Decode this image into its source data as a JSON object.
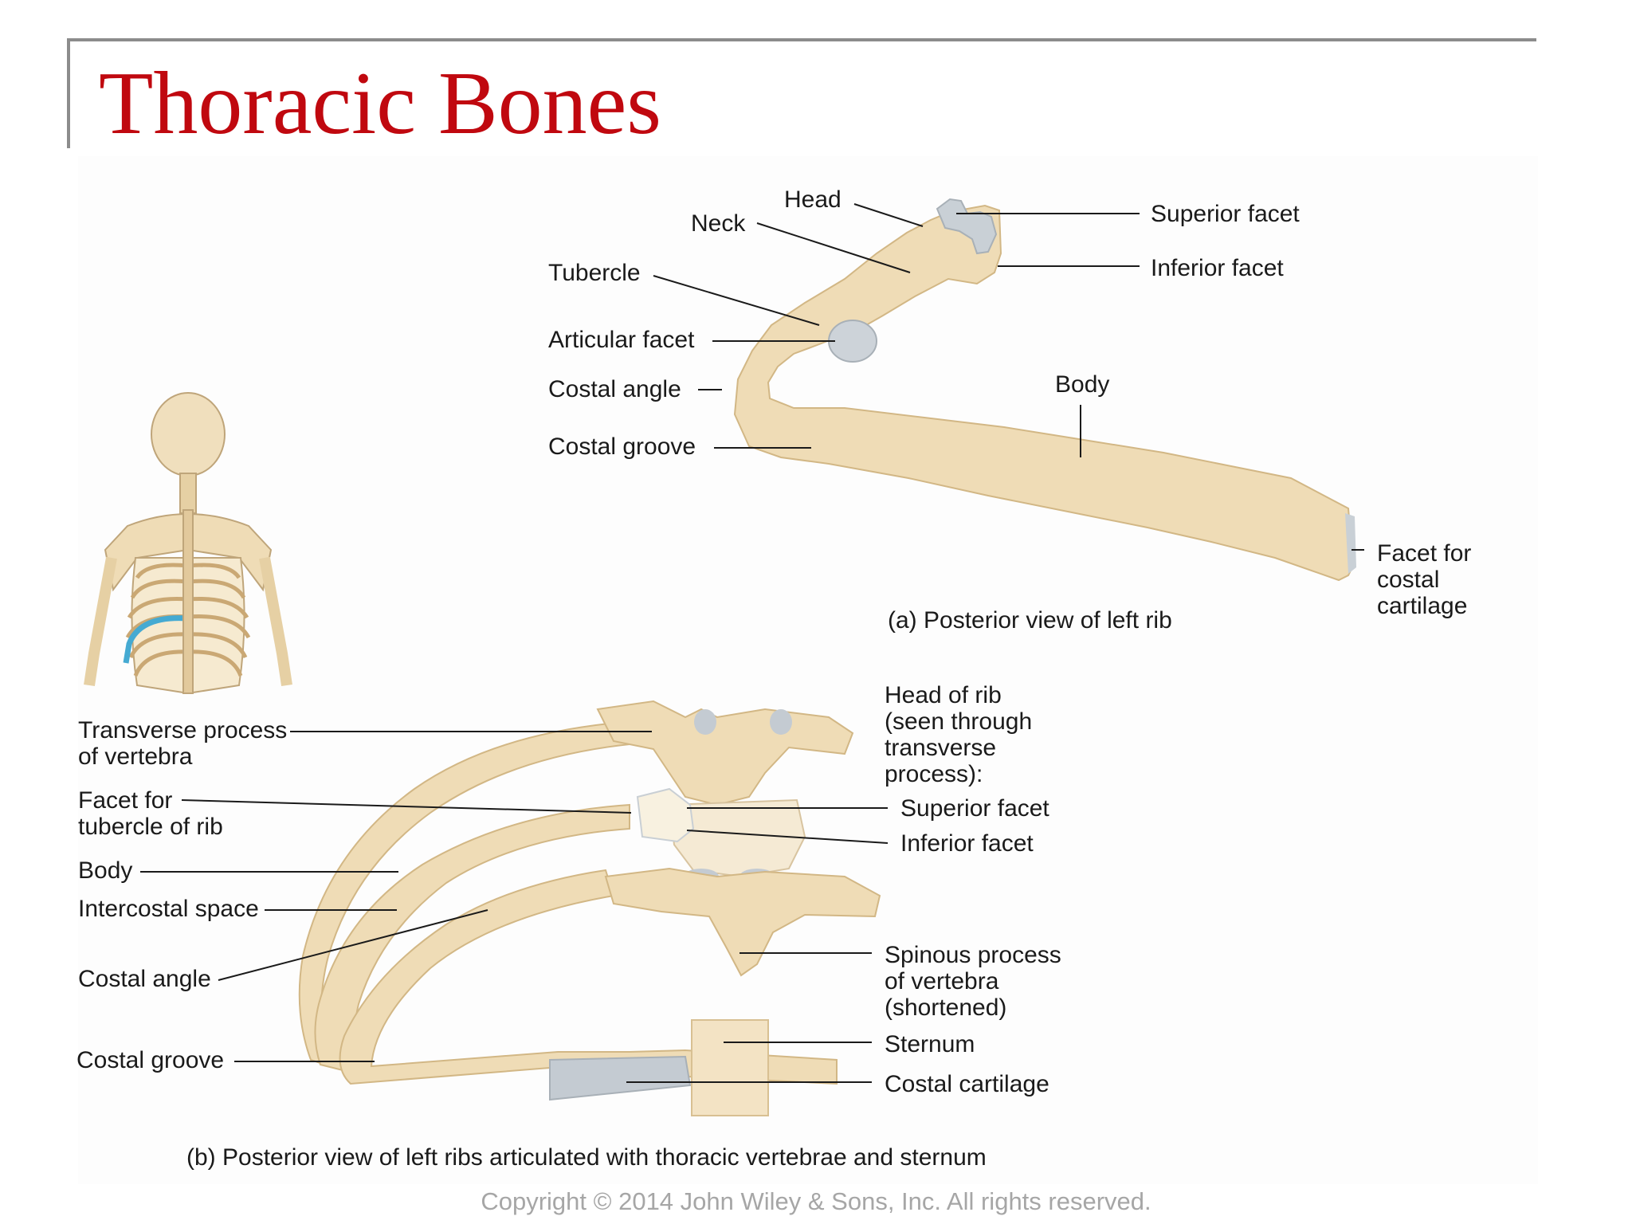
{
  "slide": {
    "title": "Thoracic Bones",
    "copyright": "Copyright © 2014 John Wiley & Sons, Inc. All rights reserved."
  },
  "colors": {
    "title": "#c0080f",
    "bone": "#efdcb6",
    "bone_shadow": "#d9c193",
    "cartilage": "#c4cbd2",
    "highlight_rib": "#45aad2"
  },
  "figure_a": {
    "caption": "(a) Posterior view of left rib",
    "labels": {
      "head": "Head",
      "neck": "Neck",
      "tubercle": "Tubercle",
      "articular_facet": "Articular facet",
      "costal_angle": "Costal angle",
      "costal_groove": "Costal groove",
      "superior_facet": "Superior facet",
      "inferior_facet": "Inferior facet",
      "body": "Body",
      "facet_costal_cartilage": [
        "Facet for",
        "costal",
        "cartilage"
      ]
    }
  },
  "figure_b": {
    "caption": "(b) Posterior view of left ribs articulated with thoracic vertebrae and sternum",
    "labels": {
      "transverse_process": [
        "Transverse process",
        "of vertebra"
      ],
      "facet_tubercle": [
        "Facet for",
        "tubercle of rib"
      ],
      "body": "Body",
      "intercostal_space": "Intercostal space",
      "costal_angle": "Costal angle",
      "costal_groove": "Costal groove",
      "head_of_rib": [
        "Head of rib",
        "(seen through",
        "transverse",
        "process):"
      ],
      "superior_facet": "Superior facet",
      "inferior_facet": "Inferior facet",
      "spinous_process": [
        "Spinous process",
        "of vertebra",
        "(shortened)"
      ],
      "sternum": "Sternum",
      "costal_cartilage": "Costal cartilage"
    }
  }
}
